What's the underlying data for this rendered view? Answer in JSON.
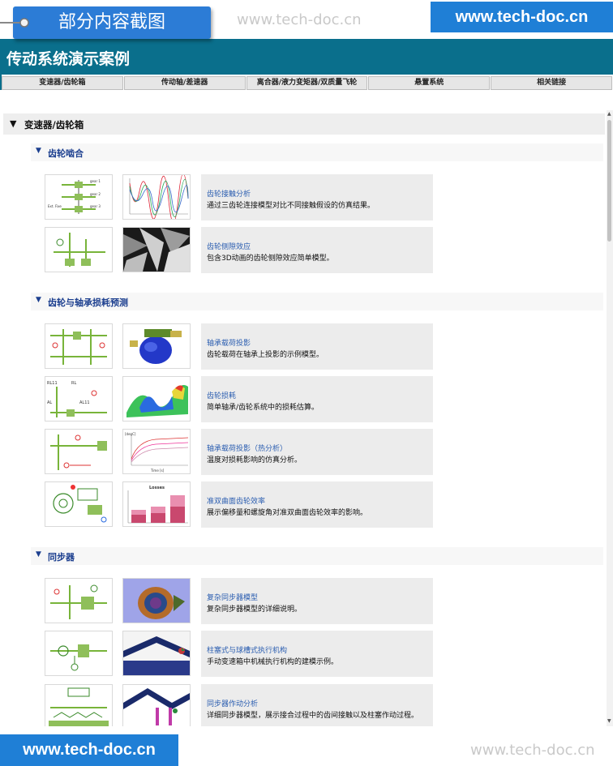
{
  "overlay": {
    "badge_text": "部分内容截图",
    "watermark_top": "www.tech-doc.cn",
    "site_top": "www.tech-doc.cn",
    "site_bottom": "www.tech-doc.cn",
    "watermark_bottom": "www.tech-doc.cn"
  },
  "header": {
    "title": "传动系统演示案例"
  },
  "tabs": [
    {
      "label": "变速器/齿轮箱"
    },
    {
      "label": "传动轴/差速器"
    },
    {
      "label": "离合器/液力变矩器/双质量飞轮"
    },
    {
      "label": "悬置系统"
    },
    {
      "label": "相关链接"
    }
  ],
  "section": {
    "label": "变速器/齿轮箱",
    "subsections": [
      {
        "label": "齿轮啮合",
        "items": [
          {
            "title": "齿轮接触分析",
            "desc": "通过三齿轮连接模型对比不同接触假设的仿真结果。"
          },
          {
            "title": "齿轮侧隙效应",
            "desc": "包含3D动画的齿轮侧隙效应简单模型。"
          }
        ]
      },
      {
        "label": "齿轮与轴承损耗预测",
        "items": [
          {
            "title": "轴承载荷投影",
            "desc": "齿轮载荷在轴承上投影的示例模型。"
          },
          {
            "title": "齿轮损耗",
            "desc": "简单轴承/齿轮系统中的损耗估算。"
          },
          {
            "title": "轴承载荷投影（热分析）",
            "desc": "温度对损耗影响的仿真分析。"
          },
          {
            "title": "准双曲面齿轮效率",
            "desc": "展示偏移量和螺旋角对准双曲面齿轮效率的影响。"
          }
        ]
      },
      {
        "label": "同步器",
        "items": [
          {
            "title": "复杂同步器模型",
            "desc": "复杂同步器模型的详细说明。"
          },
          {
            "title": "柱塞式与球槽式执行机构",
            "desc": "手动变速箱中机械执行机构的建模示例。"
          },
          {
            "title": "同步器作动分析",
            "desc": "详细同步器模型，展示接合过程中的齿间接触以及柱塞作动过程。"
          }
        ]
      }
    ]
  },
  "thumb_text": {
    "gear1": "gear 1",
    "gear2": "gear 2",
    "gear3": "gear 3",
    "fixed": "Ext. Fixe",
    "rl11": "RL11",
    "rl": "RL",
    "al11": "AL11",
    "al": "AL",
    "losses": "Losses",
    "degc": "[degC]",
    "time": "Time [s]"
  },
  "colors": {
    "band": "#0a6f8c",
    "accent": "#2c7cd6",
    "link": "#2a5db0",
    "sub_head": "#1c3f8f"
  }
}
